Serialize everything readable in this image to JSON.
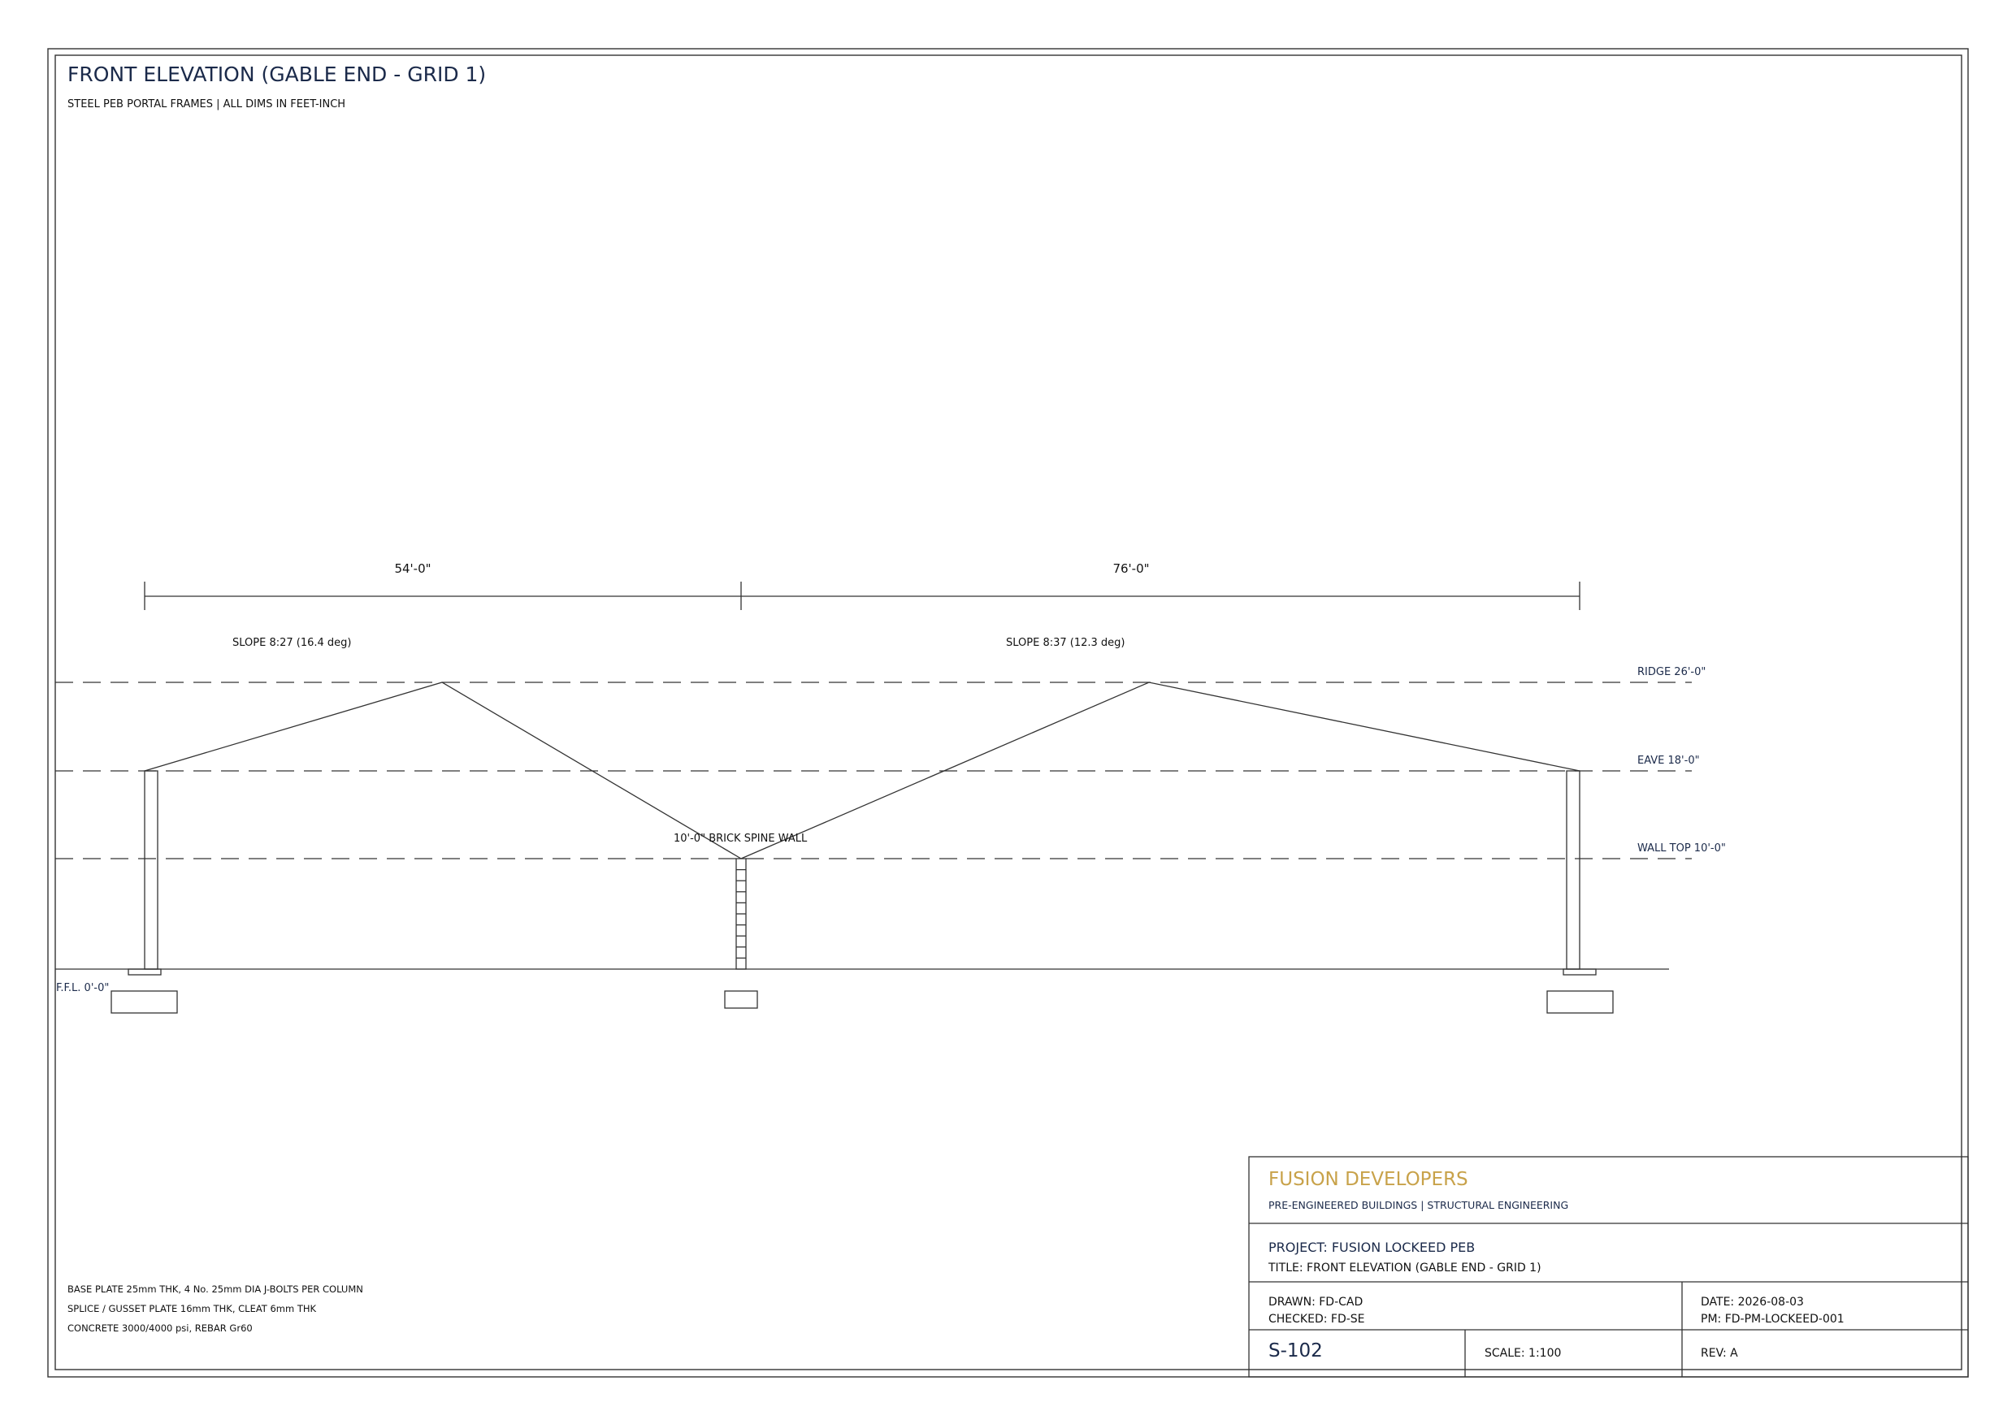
{
  "drawing": {
    "title": "FRONT ELEVATION (GABLE END - GRID 1)",
    "subtitle": "STEEL PEB PORTAL FRAMES  |  ALL DIMS IN FEET-INCH"
  },
  "dimensions": {
    "span_left": "54'-0\"",
    "span_right": "76'-0\""
  },
  "slopes": {
    "left": "SLOPE 8:27 (16.4 deg)",
    "right": "SLOPE 8:37 (12.3 deg)"
  },
  "levels": {
    "ridge": "RIDGE 26'-0\"",
    "eave": "EAVE 18'-0\"",
    "wall_top": "WALL TOP 10'-0\"",
    "ffl": "F.F.L. 0'-0\""
  },
  "spine_wall_label": "10'-0\" BRICK SPINE WALL",
  "notes": [
    "BASE PLATE 25mm THK, 4 No. 25mm DIA J-BOLTS PER COLUMN",
    "SPLICE / GUSSET PLATE 16mm THK, CLEAT 6mm THK",
    "CONCRETE 3000/4000 psi, REBAR Gr60"
  ],
  "title_block": {
    "company": "FUSION DEVELOPERS",
    "tagline": "PRE-ENGINEERED BUILDINGS  |  STRUCTURAL ENGINEERING",
    "project": "PROJECT: FUSION LOCKEED PEB",
    "title": "TITLE: FRONT ELEVATION (GABLE END - GRID 1)",
    "drawn": "DRAWN: FD-CAD",
    "checked": "CHECKED: FD-SE",
    "date": "DATE: 2026-08-03",
    "pm": "PM: FD-PM-LOCKEED-001",
    "sheet": "S-102",
    "scale": "SCALE: 1:100",
    "rev": "REV: A"
  },
  "colors": {
    "line": "#333333",
    "accent_gold": "#c8a24a",
    "navy_text": "#1b2a4a"
  }
}
